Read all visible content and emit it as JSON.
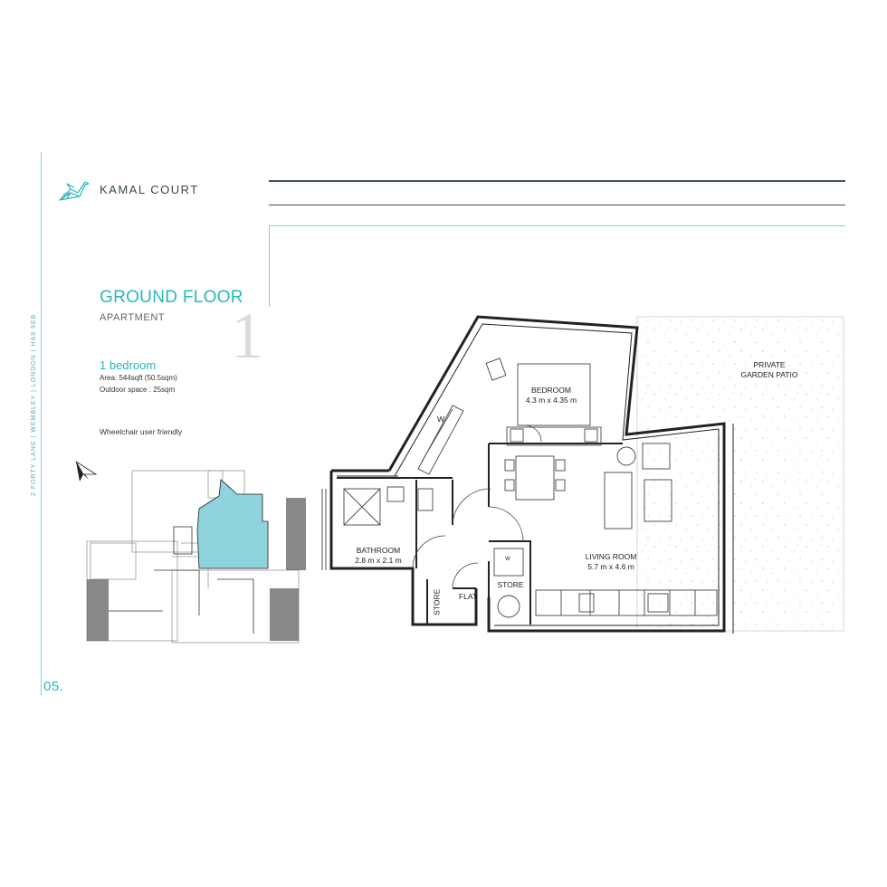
{
  "sidebar": {
    "address": "2 FORTY LANE  |  WEMBLEY  |  LONDON  |  HA9 9EB",
    "page_number": "05."
  },
  "brand": {
    "name": "KAMAL COURT",
    "logo_icon": "bird-logo-icon"
  },
  "apartment": {
    "floor": "GROUND FLOOR",
    "type": "APARTMENT",
    "number": "1",
    "bedrooms": "1 bedroom",
    "area": "Area:  544sqft (50.5sqm)",
    "outdoor": "Outdoor space  : 25sqm",
    "accessibility": "Wheelchair user friendly"
  },
  "rooms": {
    "bedroom_name": "BEDROOM",
    "bedroom_size": "4.3 m x 4.35 m",
    "living_name": "LIVING ROOM",
    "living_size": "5.7 m x 4.6 m",
    "bathroom_name": "BATHROOM",
    "bathroom_size": "2.8 m x 2.1 m",
    "store1": "STORE",
    "store2": "STORE",
    "flat": "FLAT",
    "wardrobe": "W",
    "washer": "W",
    "garden_line1": "PRIVATE",
    "garden_line2": "GARDEN PATIO"
  },
  "colors": {
    "accent": "#28b7bd",
    "highlight": "#8fd3dc",
    "header_rule": "#3d5a4c",
    "wall": "#222222"
  }
}
